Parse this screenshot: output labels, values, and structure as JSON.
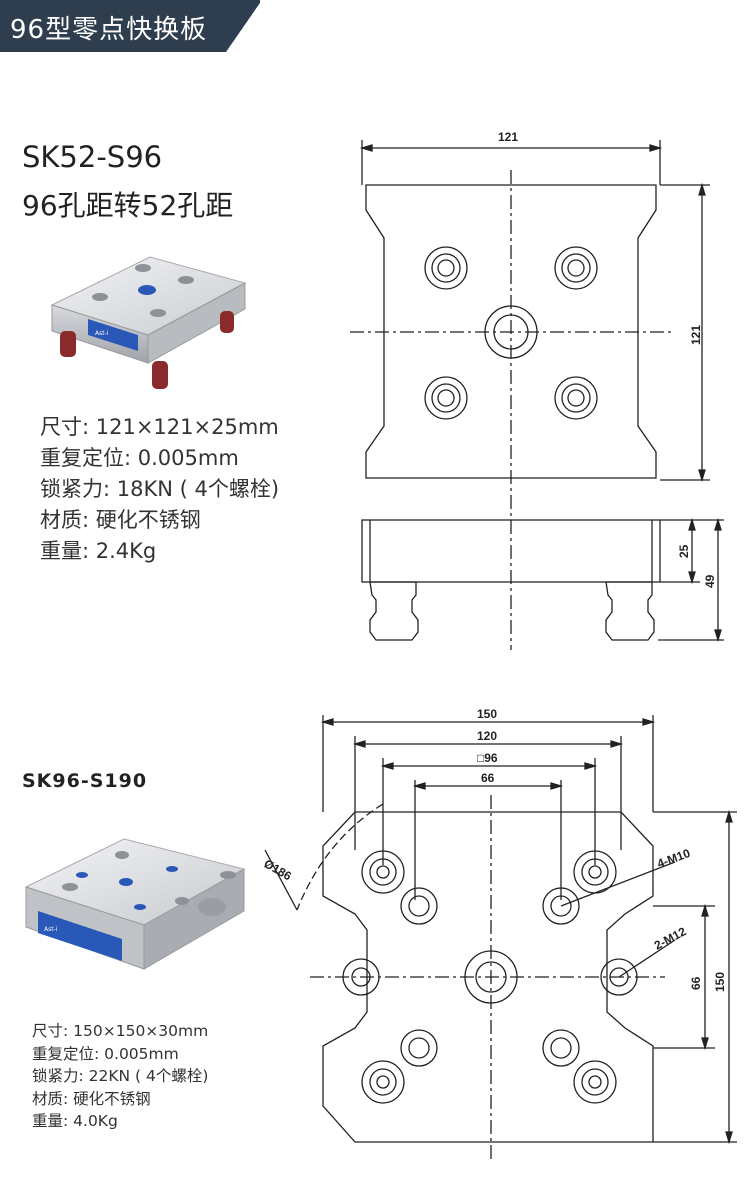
{
  "header": {
    "title": "96型零点快换板",
    "color": "#2f3e4f"
  },
  "product1": {
    "model": "SK52-S96",
    "subtitle": "96孔距转52孔距",
    "brand": "Ast-i",
    "specs": [
      "尺寸: 121×121×25mm",
      "重复定位: 0.005mm",
      "锁紧力: 18KN ( 4个螺栓)",
      "材质: 硬化不锈钢",
      "重量: 2.4Kg"
    ],
    "drawing": {
      "top_width": "121",
      "top_height": "121",
      "side_thickness": "25",
      "side_total": "49"
    }
  },
  "product2": {
    "model": "SK96-S190",
    "brand": "Ast-i",
    "specs": [
      "尺寸: 150×150×30mm",
      "重复定位: 0.005mm",
      "锁紧力: 22KN ( 4个螺栓)",
      "材质: 硬化不锈钢",
      "重量: 4.0Kg"
    ],
    "drawing": {
      "d150": "150",
      "d120": "120",
      "d96": "□96",
      "d66": "66",
      "dia": "Ø186",
      "m10": "4-M10",
      "m12": "2-M12",
      "v66": "66",
      "v150": "150"
    }
  }
}
